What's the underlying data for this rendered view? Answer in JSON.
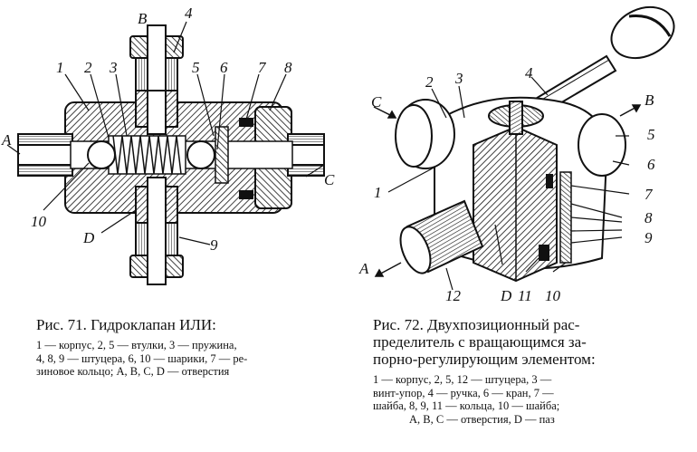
{
  "figure71": {
    "labels": {
      "B": "B",
      "n4": "4",
      "n1": "1",
      "n2": "2",
      "n3": "3",
      "n5": "5",
      "n6": "6",
      "n7": "7",
      "n8": "8",
      "A": "A",
      "C": "C",
      "n10": "10",
      "D": "D",
      "n9": "9"
    },
    "caption_title": "Рис. 71. Гидроклапан ИЛИ:",
    "caption_legend": [
      "1 — корпус, 2, 5 — втулки, 3 — пружина,",
      "4, 8, 9 — штуцера, 6, 10 — шарики, 7 — ре-",
      "зиновое кольцо; A, B, C, D — отверстия"
    ]
  },
  "figure72": {
    "labels": {
      "C": "C",
      "n2": "2",
      "n3": "3",
      "n4": "4",
      "B": "B",
      "n5": "5",
      "n6": "6",
      "n1": "1",
      "n7": "7",
      "n8": "8",
      "n9": "9",
      "A": "A",
      "n12": "12",
      "D": "D",
      "n11": "11",
      "n10": "10"
    },
    "caption_title": [
      "Рис. 72. Двухпозиционный рас-",
      "пределитель с вращающимся за-",
      "порно-регулирующим элементом:"
    ],
    "caption_legend": [
      "1 — корпус, 2, 5, 12 — штуцера, 3 —",
      "винт-упор, 4 — ручка, 6 — кран, 7 —",
      "шайба, 8, 9, 11 — кольца, 10 — шайба;",
      "A, B, C — отверстия, D — паз"
    ]
  }
}
